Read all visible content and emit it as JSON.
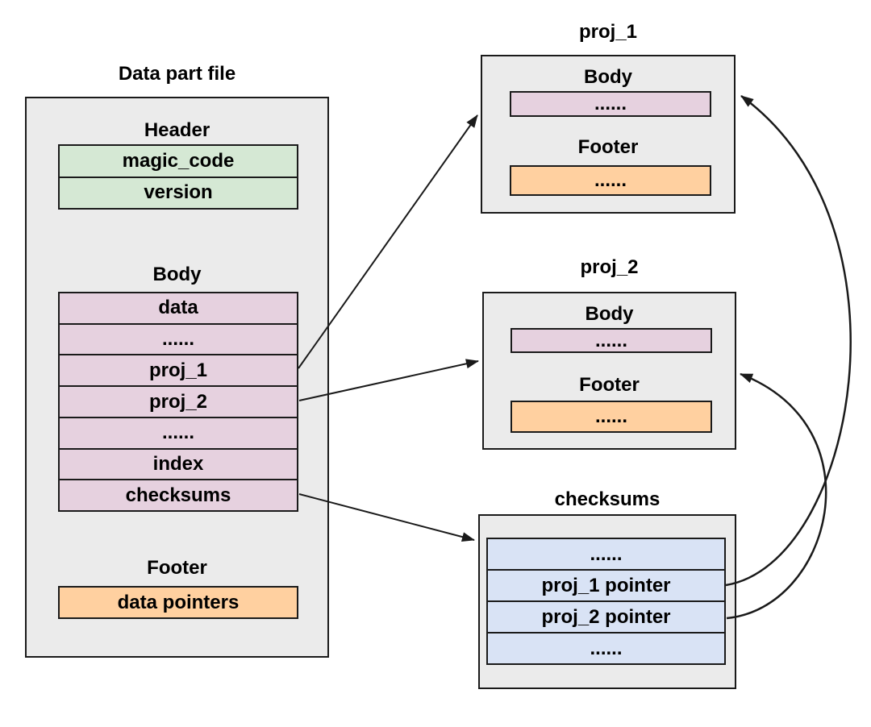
{
  "diagram": {
    "data_part_file": {
      "title": "Data part file",
      "header": {
        "label": "Header",
        "rows": [
          "magic_code",
          "version"
        ]
      },
      "body": {
        "label": "Body",
        "rows": [
          "data",
          "......",
          "proj_1",
          "proj_2",
          "......",
          "index",
          "checksums"
        ]
      },
      "footer": {
        "label": "Footer",
        "rows": [
          "data pointers"
        ]
      }
    },
    "proj_1": {
      "title": "proj_1",
      "body_label": "Body",
      "body_row": "......",
      "footer_label": "Footer",
      "footer_row": "......"
    },
    "proj_2": {
      "title": "proj_2",
      "body_label": "Body",
      "body_row": "......",
      "footer_label": "Footer",
      "footer_row": "......"
    },
    "checksums": {
      "title": "checksums",
      "rows": [
        "......",
        "proj_1 pointer",
        "proj_2 pointer",
        "......"
      ]
    },
    "arrows": [
      {
        "from": "data_part_file.body.proj_1",
        "to": "proj_1 box"
      },
      {
        "from": "data_part_file.body.proj_2",
        "to": "proj_2 box"
      },
      {
        "from": "data_part_file.body.checksums",
        "to": "checksums box"
      },
      {
        "from": "checksums.proj_1 pointer",
        "to": "proj_1 box"
      },
      {
        "from": "checksums.proj_2 pointer",
        "to": "proj_2 box"
      }
    ],
    "colors": {
      "background": "#ffffff",
      "box_fill": "#ebebeb",
      "border": "#1a1a1a",
      "header_row_fill": "#d5e8d4",
      "body_row_fill": "#e6d1df",
      "footer_row_fill": "#ffd0a0",
      "checksum_row_fill": "#d9e3f5",
      "arrow": "#1a1a1a",
      "text": "#000000"
    }
  }
}
